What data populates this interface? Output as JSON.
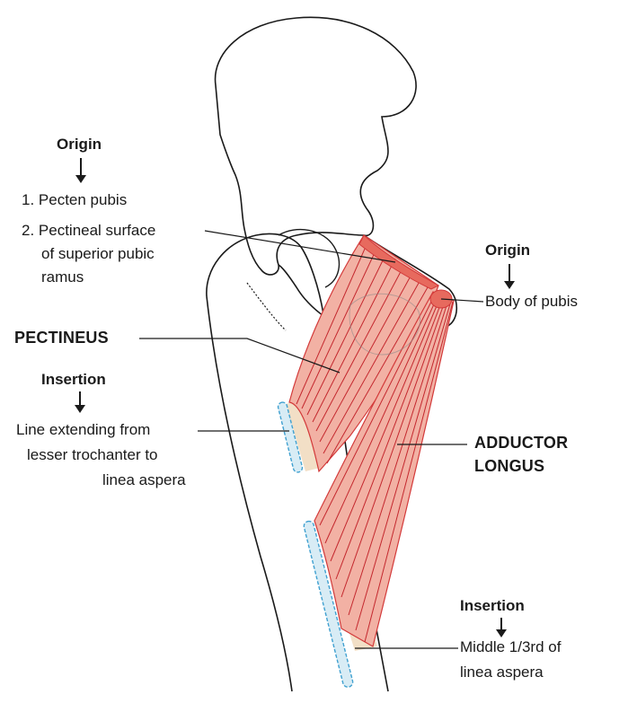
{
  "labels": {
    "origin_pectineus": "Origin",
    "pectineus_origin_1": "1. Pecten pubis",
    "pectineus_origin_2_line1": "2. Pectineal surface",
    "pectineus_origin_2_line2": "of superior pubic",
    "pectineus_origin_2_line3": "ramus",
    "origin_adductor": "Origin",
    "adductor_origin": "Body of  pubis",
    "pectineus": "PECTINEUS",
    "insertion_pectineus": "Insertion",
    "pectineus_insertion_line1": "Line extending from",
    "pectineus_insertion_line2": "lesser trochanter to",
    "pectineus_insertion_line3": "linea aspera",
    "adductor_line1": "ADDUCTOR",
    "adductor_line2": "LONGUS",
    "insertion_adductor": "Insertion",
    "adductor_insertion_line1": "Middle 1/3rd of",
    "adductor_insertion_line2": "linea aspera"
  },
  "colors": {
    "outline": "#1a1a1a",
    "muscle_fill": "#f2b1a4",
    "muscle_stroke": "#d33a3a",
    "muscle_fibers": "#c4282e",
    "origin_fill": "#e76a5e",
    "tendon_fill": "#f1dcc0",
    "insertion_fill": "#d8ecf5",
    "insertion_stroke": "#3fa0d0"
  }
}
